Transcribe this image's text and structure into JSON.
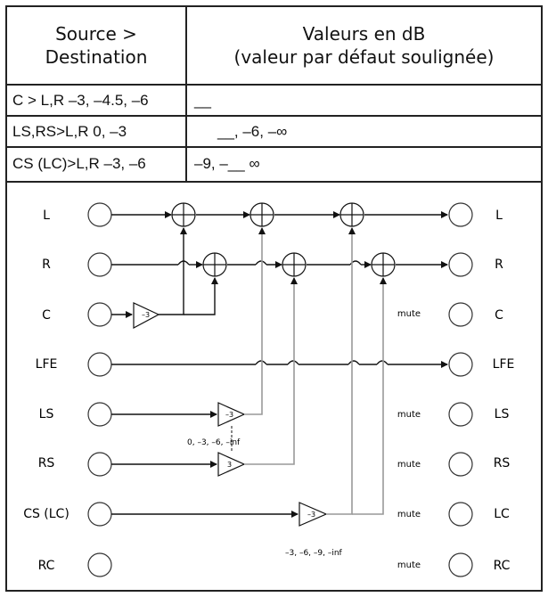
{
  "table": {
    "header_source_line1": "Source >",
    "header_source_line2": "Destination",
    "header_values_line1": "Valeurs en dB",
    "header_values_line2": "(valeur par défaut soulignée)",
    "rows": [
      {
        "source": "C > L,R –3, –4.5, –6",
        "values": "__"
      },
      {
        "source": "LS,RS>L,R 0, –3",
        "values": "__, –6, –∞"
      },
      {
        "source": "CS (LC)>L,R –3, –6",
        "values": "–9, –__        ∞"
      }
    ]
  },
  "diagram": {
    "inputs": [
      "L",
      "R",
      "C",
      "LFE",
      "LS",
      "RS",
      "CS (LC)",
      "RC"
    ],
    "outputs": [
      "L",
      "R",
      "C",
      "LFE",
      "LS",
      "RS",
      "LC",
      "RC"
    ],
    "gains": {
      "center_gain": "–3",
      "surround_gain_top": "–3",
      "surround_gain_bottom": "3",
      "cs_gain": "–3"
    },
    "notes": {
      "surround_options": "0, –3, –6, –inf",
      "cs_options": "–3, –6, –9, –inf"
    },
    "mute_label": "mute",
    "mute_rows": [
      "C",
      "LS",
      "RS",
      "LC",
      "RC"
    ]
  }
}
